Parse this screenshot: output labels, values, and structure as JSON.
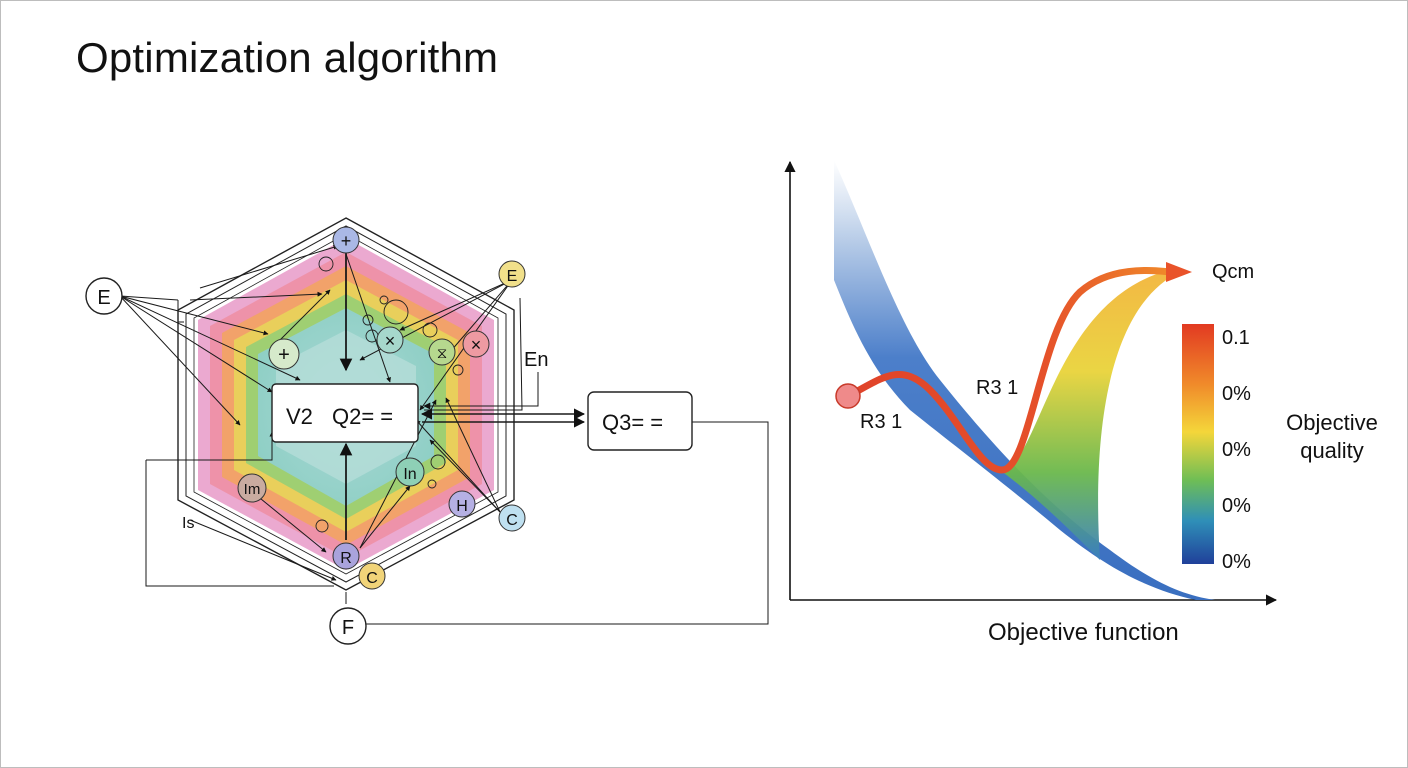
{
  "title": "Optimization algorithm",
  "network": {
    "nodes": {
      "top": "+",
      "e_left": "E",
      "e_right": "E",
      "plus_inner": "+",
      "times_a": "×",
      "times_b": "×",
      "hourglass": "⧖",
      "im": "Im",
      "ln": "In",
      "h": "H",
      "c_right": "C",
      "r": "R",
      "c_bottom": "C",
      "f": "F"
    },
    "box_main_left": "V2",
    "box_main_right": "Q2= =",
    "box_right": "Q3= =",
    "label_en": "En",
    "label_s": "Is"
  },
  "chart": {
    "x_label": "Objective function",
    "curve_end_label": "Qcm",
    "label_r1": "R3 1",
    "label_r2": "R3 1",
    "colorbar_title_line1": "Objective",
    "colorbar_title_line2": "quality",
    "colorbar_ticks": [
      "0.1",
      "0%",
      "0%",
      "0%",
      "0%"
    ],
    "colors": {
      "blue": "#3a6fc0",
      "red": "#e0432a",
      "orange": "#ef8a2a",
      "yellow": "#f2d13a",
      "green": "#6ab84c"
    }
  }
}
